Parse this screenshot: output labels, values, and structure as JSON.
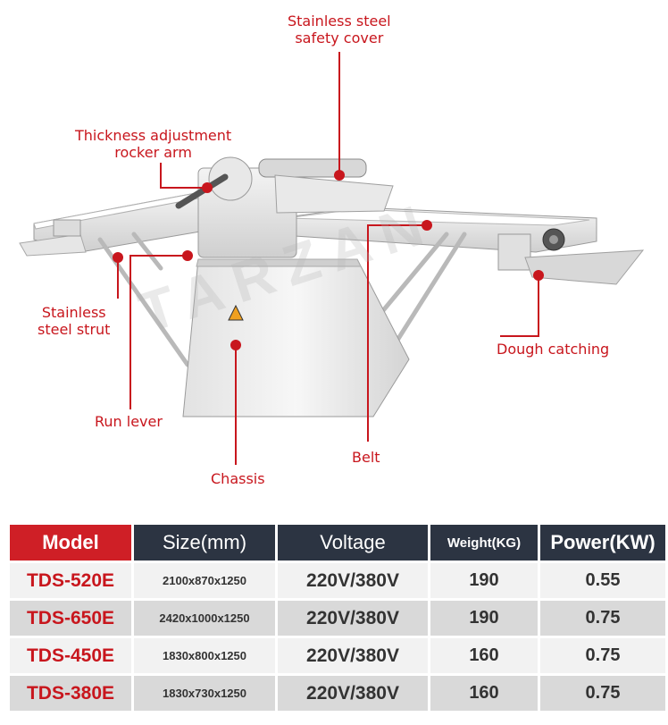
{
  "watermark": "TARZAN",
  "callouts": {
    "safety_cover": [
      "Stainless steel",
      "safety cover"
    ],
    "rocker_arm": [
      "Thickness adjustment",
      "rocker arm"
    ],
    "strut": [
      "Stainless",
      "steel strut"
    ],
    "run_lever": "Run lever",
    "chassis": "Chassis",
    "belt": "Belt",
    "dough_catching": "Dough catching"
  },
  "colors": {
    "accent_red": "#c8161d",
    "header_dark": "#2c3442",
    "row_light": "#f2f2f2",
    "row_dark": "#d9d9d9"
  },
  "table": {
    "headers": [
      "Model",
      "Size(mm)",
      "Voltage",
      "Weight(KG)",
      "Power(KW)"
    ],
    "rows": [
      [
        "TDS-520E",
        "2100x870x1250",
        "220V/380V",
        "190",
        "0.55"
      ],
      [
        "TDS-650E",
        "2420x1000x1250",
        "220V/380V",
        "190",
        "0.75"
      ],
      [
        "TDS-450E",
        "1830x800x1250",
        "220V/380V",
        "160",
        "0.75"
      ],
      [
        "TDS-380E",
        "1830x730x1250",
        "220V/380V",
        "160",
        "0.75"
      ]
    ]
  }
}
